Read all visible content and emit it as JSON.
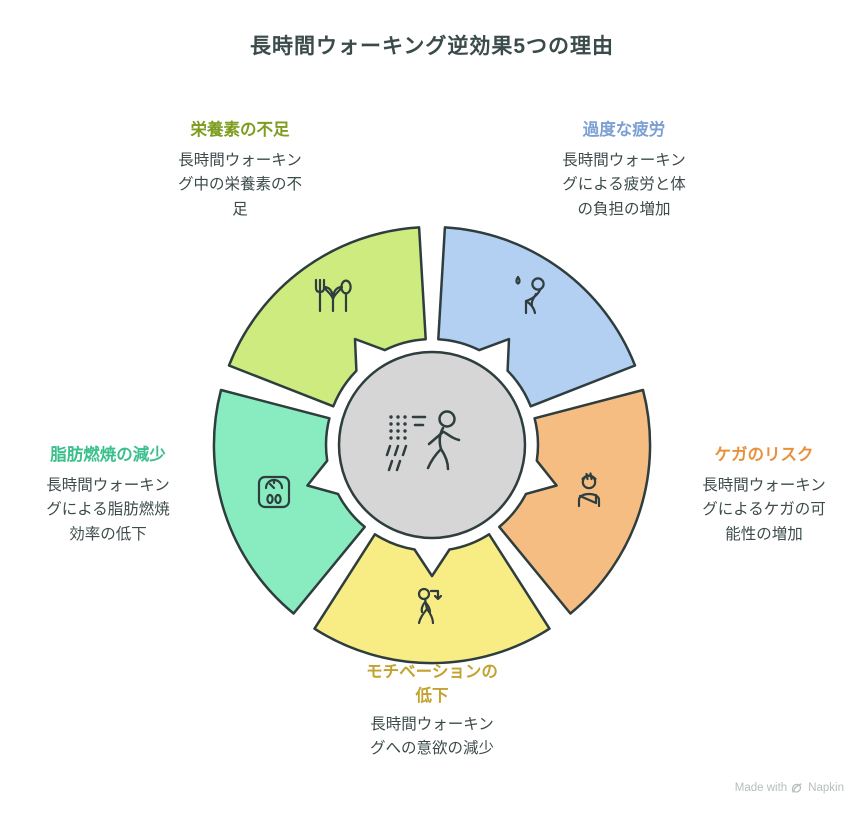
{
  "title": "長時間ウォーキング逆効果5つの理由",
  "watermark": {
    "prefix": "Made with",
    "brand": "Napkin",
    "logo_icon": "napkin-logo-icon"
  },
  "diagram": {
    "type": "cycle-ring",
    "outline_color": "#2e3d3d",
    "center_fill": "#d6d6d6",
    "center_icon": "walker-in-rain-icon",
    "segments": [
      {
        "id": "fatigue",
        "label": "過度な疲労",
        "label_color": "#7c9fd4",
        "fill": "#b3d0f2",
        "desc": "長時間ウォーキングによる疲労と体の負担の増加",
        "icon": "tired-person-icon",
        "position": "top-right"
      },
      {
        "id": "injury",
        "label": "ケガのリスク",
        "label_color": "#e8913d",
        "fill": "#f6bd83",
        "desc": "長時間ウォーキングによるケガの可能性の増加",
        "icon": "injured-person-icon",
        "position": "right"
      },
      {
        "id": "motivation",
        "label": "モチベーションの低下",
        "label_color": "#c3a32f",
        "fill": "#f8ec85",
        "desc": "長時間ウォーキングへの意欲の減少",
        "icon": "walking-person-icon",
        "position": "bottom"
      },
      {
        "id": "fat_burning",
        "label": "脂肪燃焼の減少",
        "label_color": "#3abf8d",
        "fill": "#89ecc0",
        "desc": "長時間ウォーキングによる脂肪燃焼効率の低下",
        "icon": "weight-scale-icon",
        "position": "left"
      },
      {
        "id": "nutrition",
        "label": "栄養素の不足",
        "label_color": "#7e9d1e",
        "fill": "#cdeb7f",
        "desc": "長時間ウォーキング中の栄養素の不足",
        "icon": "utensils-icon",
        "position": "top-left"
      }
    ]
  }
}
